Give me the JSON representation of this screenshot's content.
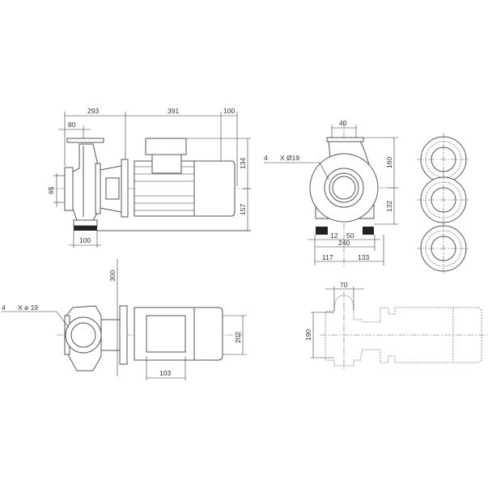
{
  "front_view": {
    "dims": {
      "overall_pump": "293",
      "motor_length": "391",
      "fan_clearance": "100",
      "flange_offset": "80",
      "inlet_dn": "65",
      "foot_width": "100",
      "upper_height": "134",
      "lower_height": "157"
    }
  },
  "side_view": {
    "dims": {
      "outlet_dn": "40",
      "upper_height": "160",
      "lower_height": "132",
      "foot_slot": "12",
      "foot_offset": "50",
      "foot_span": "240",
      "left_width": "117",
      "right_width": "133"
    },
    "bolt_note_qty": "4",
    "bolt_note_size": "X Ø19"
  },
  "top_view": {
    "dims": {
      "service_clearance": "300",
      "motor_width": "202",
      "foot_offset": "103"
    },
    "bolt_note_qty": "4",
    "bolt_note_size": "X ø 19"
  },
  "alt_view": {
    "dims": {
      "outlet_width": "70",
      "height": "190"
    }
  }
}
